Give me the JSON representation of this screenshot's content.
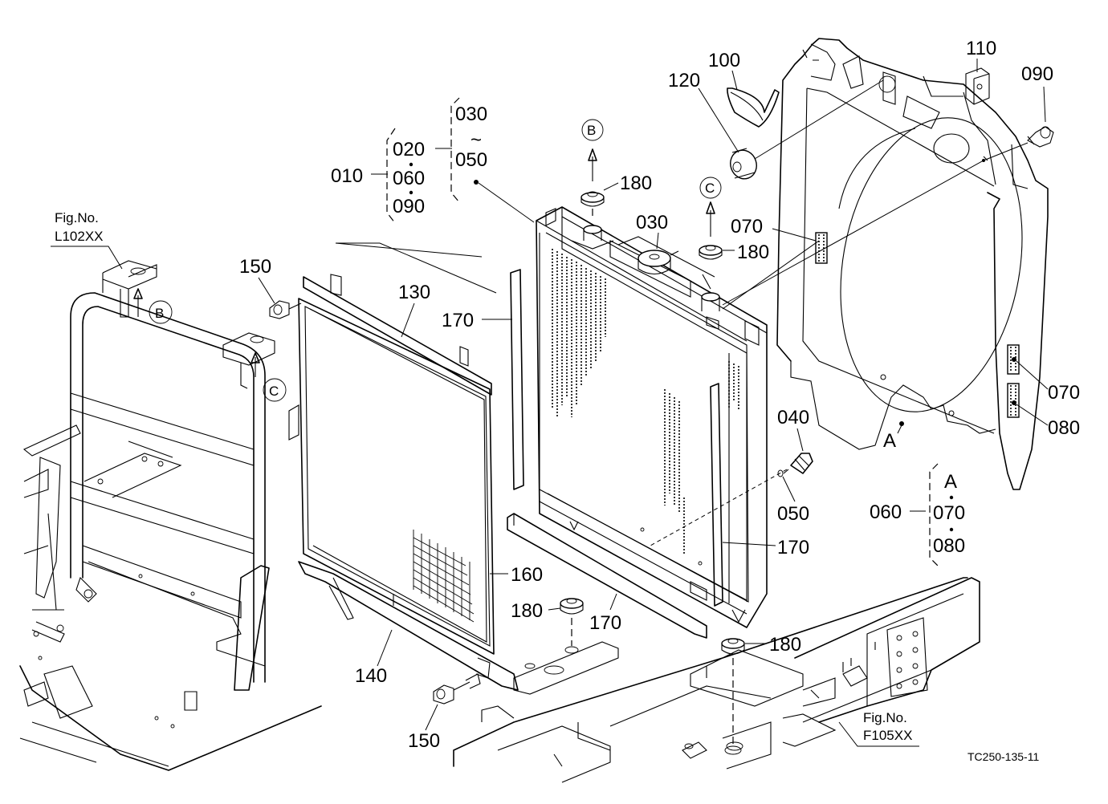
{
  "labels": {
    "p010": "010",
    "p020": "020",
    "p060a": "060",
    "p090a": "090",
    "p030a": "030",
    "tilde": "~",
    "p050a": "050",
    "p030b": "030",
    "p180a": "180",
    "p180b": "180",
    "p180c": "180",
    "p180d": "180",
    "p070a": "070",
    "p070b": "070",
    "p080": "080",
    "p100": "100",
    "p110": "110",
    "p120": "120",
    "p090b": "090",
    "p130": "130",
    "p140": "140",
    "p150a": "150",
    "p150b": "150",
    "p160": "160",
    "p170a": "170",
    "p170b": "170",
    "p170c": "170",
    "p040": "040",
    "p050b": "050",
    "p060b": "060",
    "p070c": "070",
    "p080b": "080"
  },
  "callouts": {
    "B_top": "B",
    "C_top": "C",
    "B_left": "B",
    "C_left": "C",
    "A_main": "A",
    "A_group": "A"
  },
  "references": {
    "fig_left_title": "Fig.No.",
    "fig_left_code": "L102XX",
    "fig_right_title": "Fig.No.",
    "fig_right_code": "F105XX"
  },
  "drawing_code": "TC250-135-11"
}
